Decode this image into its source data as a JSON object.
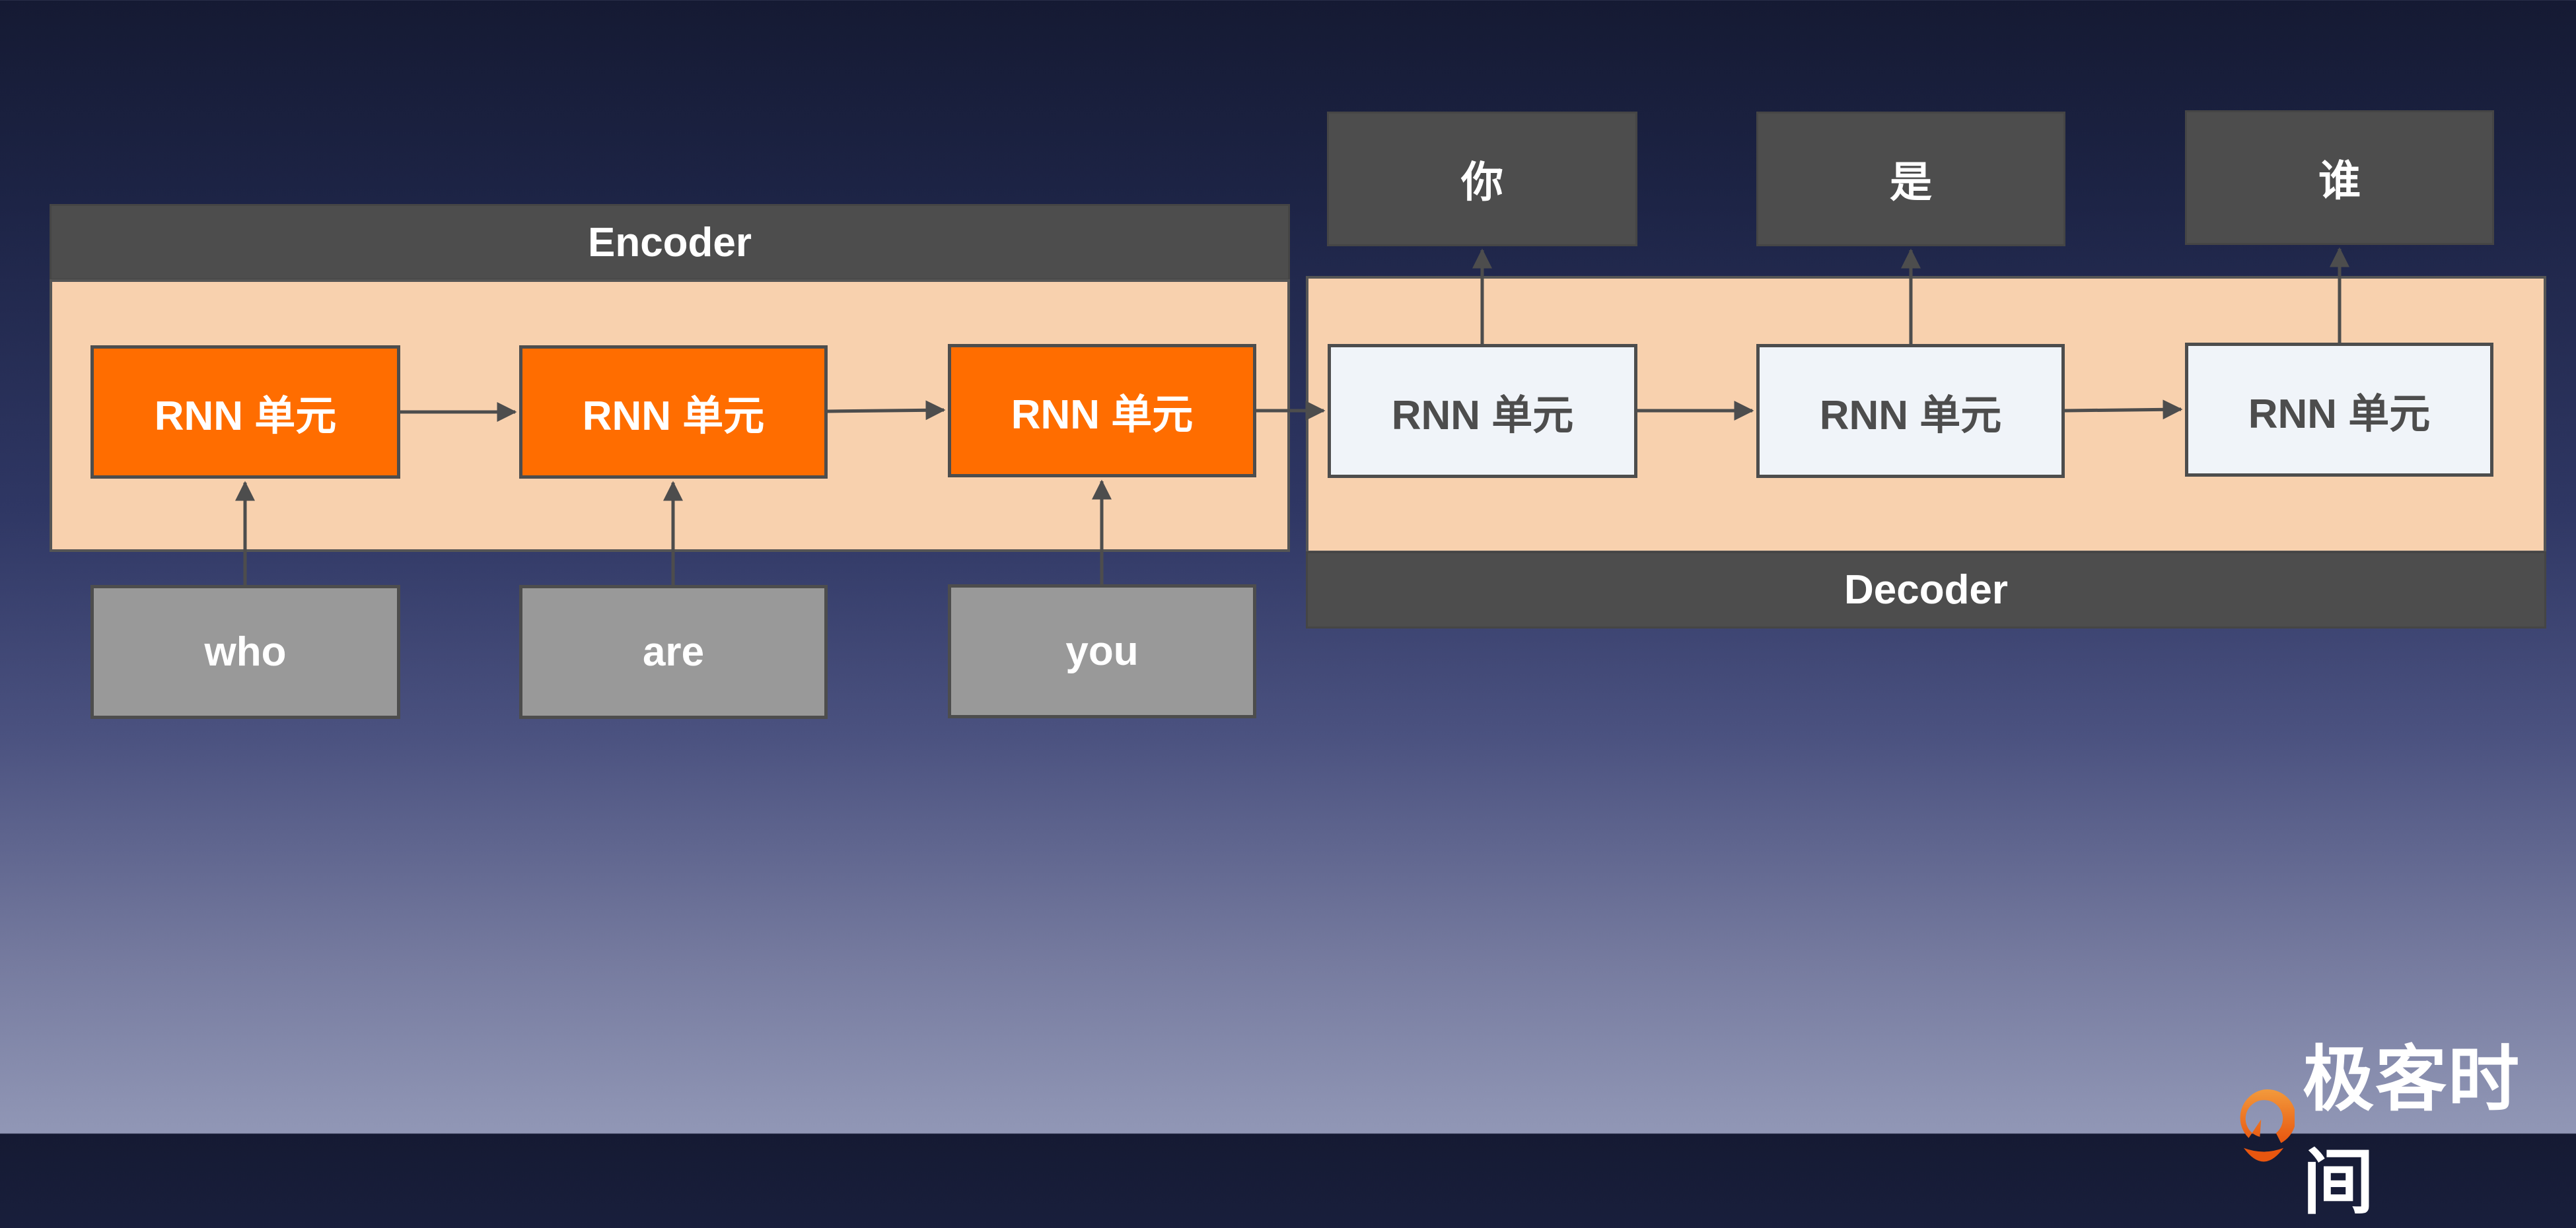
{
  "encoder": {
    "title": "Encoder",
    "cells": [
      "RNN 单元",
      "RNN 单元",
      "RNN 单元"
    ],
    "inputs": [
      "who",
      "are",
      "you"
    ]
  },
  "decoder": {
    "title": "Decoder",
    "cells": [
      "RNN 单元",
      "RNN 单元",
      "RNN 单元"
    ],
    "outputs": [
      "你",
      "是",
      "谁"
    ]
  },
  "logo": {
    "text": "极客时间"
  },
  "colors": {
    "encoder_cell": "#ff6d00",
    "decoder_cell": "#f0f4f9",
    "container": "#f8d1ae",
    "header": "#4d4d4d",
    "input": "#999999",
    "logo_orange": "#f07a1c"
  }
}
